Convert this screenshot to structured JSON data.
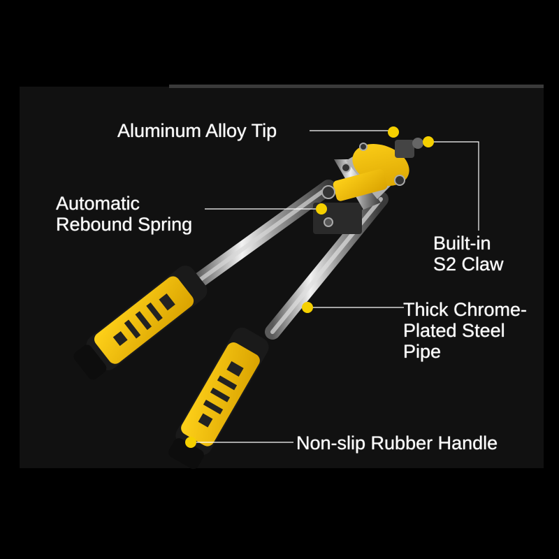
{
  "product": {
    "name": "hand rivet gun",
    "accent_color": "#f5c400",
    "background_color": "#111111"
  },
  "callouts": [
    {
      "id": "tip",
      "lines": [
        "Aluminum Alloy Tip"
      ]
    },
    {
      "id": "spring",
      "lines": [
        "Automatic",
        "Rebound Spring"
      ]
    },
    {
      "id": "claw",
      "lines": [
        "Built-in",
        "S2 Claw"
      ]
    },
    {
      "id": "pipe",
      "lines": [
        "Thick Chrome-",
        "Plated Steel",
        "Pipe"
      ]
    },
    {
      "id": "handle",
      "lines": [
        "Non-slip Rubber Handle"
      ]
    }
  ]
}
